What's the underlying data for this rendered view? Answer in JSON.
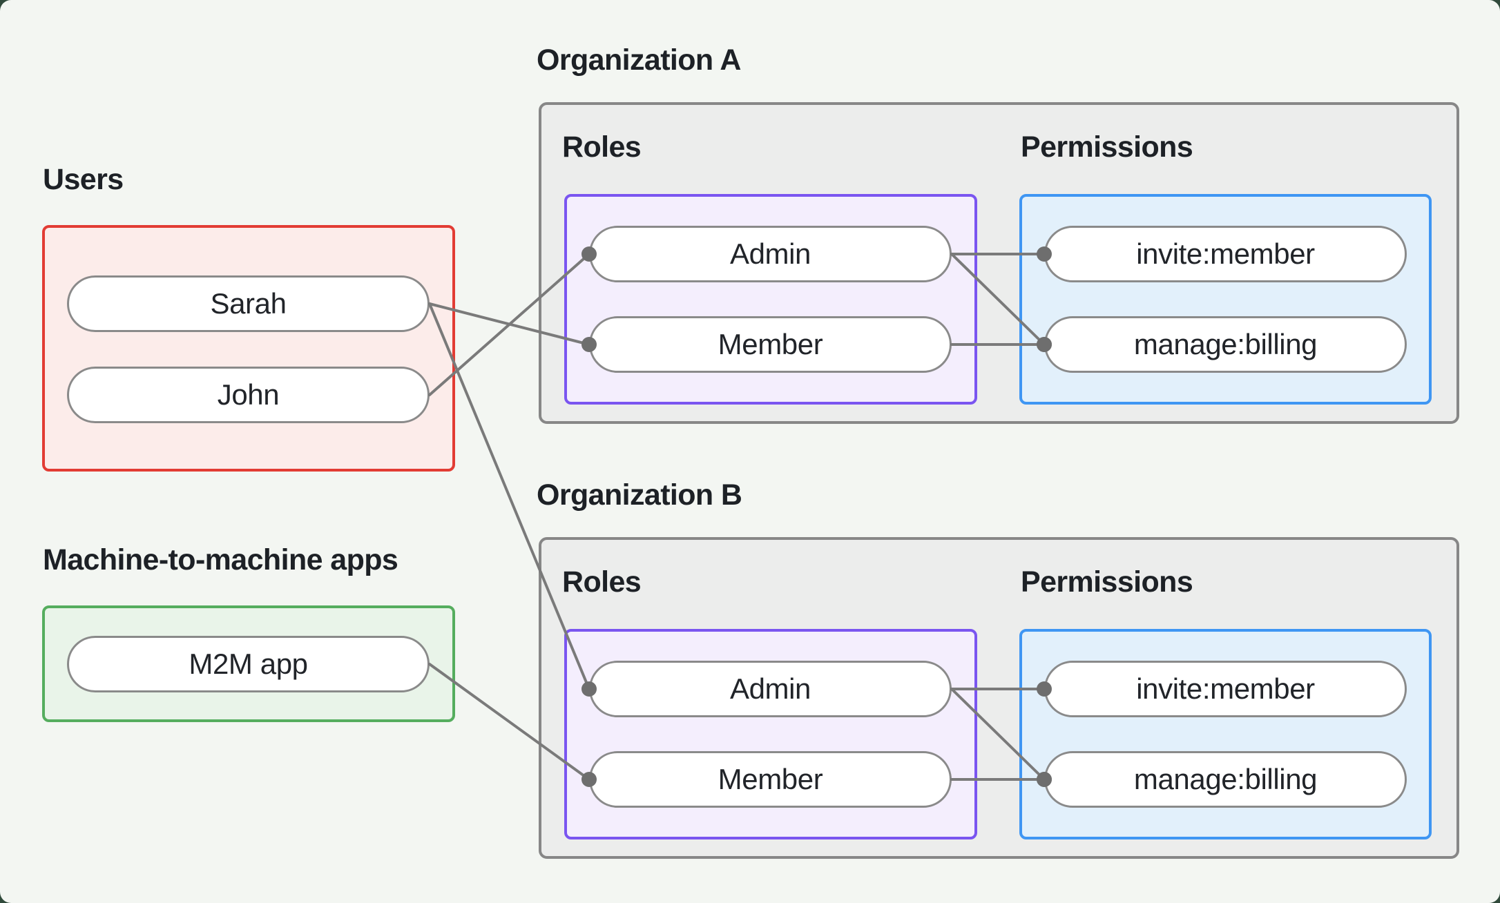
{
  "page": {
    "bg": "#f3f6f2",
    "backdrop": "#304a3b",
    "text_color": "#1d2126"
  },
  "colors": {
    "page_bg": "#f3f6f2",
    "backdrop": "#304a3b",
    "users_border": "#e23c34",
    "users_fill": "#fcecea",
    "m2m_border": "#55ad5e",
    "m2m_fill": "#e9f4e9",
    "org_border": "#878787",
    "org_fill": "#ecedec",
    "roles_border": "#7a55f0",
    "roles_fill": "#f4eefd",
    "perms_border": "#3f96f3",
    "perms_fill": "#e2f0fb",
    "pill_border": "#8a8a8a",
    "wire": "#7a7a7a",
    "wire_dot": "#6e6e6e"
  },
  "users_group": {
    "label": "Users",
    "items": [
      {
        "id": "sarah",
        "label": "Sarah"
      },
      {
        "id": "john",
        "label": "John"
      }
    ]
  },
  "m2m_group": {
    "label": "Machine-to-machine apps",
    "items": [
      {
        "id": "m2m",
        "label": "M2M app"
      }
    ]
  },
  "organizations": [
    {
      "id": "orgA",
      "label": "Organization A",
      "roles_label": "Roles",
      "permissions_label": "Permissions",
      "roles": [
        {
          "id": "orgA-admin",
          "label": "Admin"
        },
        {
          "id": "orgA-member",
          "label": "Member"
        }
      ],
      "permissions": [
        {
          "id": "orgA-invite",
          "label": "invite:member"
        },
        {
          "id": "orgA-billing",
          "label": "manage:billing"
        }
      ]
    },
    {
      "id": "orgB",
      "label": "Organization B",
      "roles_label": "Roles",
      "permissions_label": "Permissions",
      "roles": [
        {
          "id": "orgB-admin",
          "label": "Admin"
        },
        {
          "id": "orgB-member",
          "label": "Member"
        }
      ],
      "permissions": [
        {
          "id": "orgB-invite",
          "label": "invite:member"
        },
        {
          "id": "orgB-billing",
          "label": "manage:billing"
        }
      ]
    }
  ],
  "connections": [
    {
      "from": "sarah",
      "to": "orgA-member"
    },
    {
      "from": "john",
      "to": "orgA-admin"
    },
    {
      "from": "sarah",
      "to": "orgB-admin"
    },
    {
      "from": "m2m",
      "to": "orgB-member"
    },
    {
      "from": "orgA-admin",
      "to": "orgA-invite"
    },
    {
      "from": "orgA-admin",
      "to": "orgA-billing"
    },
    {
      "from": "orgA-member",
      "to": "orgA-billing"
    },
    {
      "from": "orgB-admin",
      "to": "orgB-invite"
    },
    {
      "from": "orgB-admin",
      "to": "orgB-billing"
    },
    {
      "from": "orgB-member",
      "to": "orgB-billing"
    }
  ]
}
